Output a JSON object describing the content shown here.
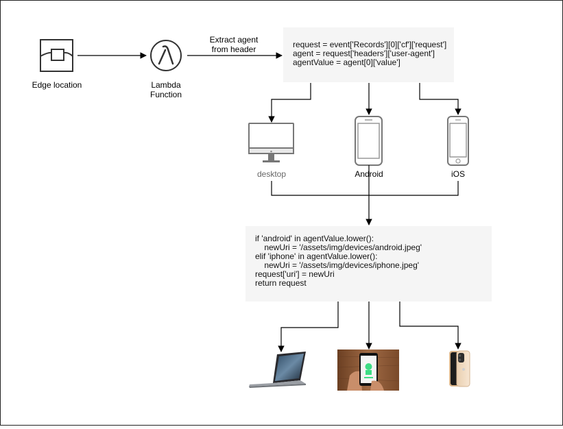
{
  "nodes": {
    "edge_location": {
      "label": "Edge location"
    },
    "lambda": {
      "label": "Lambda\nFunction"
    },
    "extract_note": {
      "label": "Extract agent\nfrom header"
    },
    "desktop": {
      "label": "desktop"
    },
    "android": {
      "label": "Android"
    },
    "ios": {
      "label": "iOS"
    }
  },
  "code_top": {
    "lines": [
      "request = event['Records'][0]['cf']['request']",
      "agent = request['headers']['user-agent']",
      "agentValue = agent[0]['value']"
    ]
  },
  "code_bottom": {
    "lines": [
      "if 'android' in agentValue.lower():",
      "    newUri = '/assets/img/devices/android.jpeg'",
      "elif 'iphone' in agentValue.lower():",
      "    newUri = '/assets/img/devices/iphone.jpeg'",
      "request['uri'] = newUri",
      "return request"
    ]
  },
  "colors": {
    "line": "#000000",
    "box_fill": "#f5f5f5",
    "icon_stroke": "#555555",
    "android_green": "#3ddc84",
    "wood": "#8a5a3a"
  }
}
